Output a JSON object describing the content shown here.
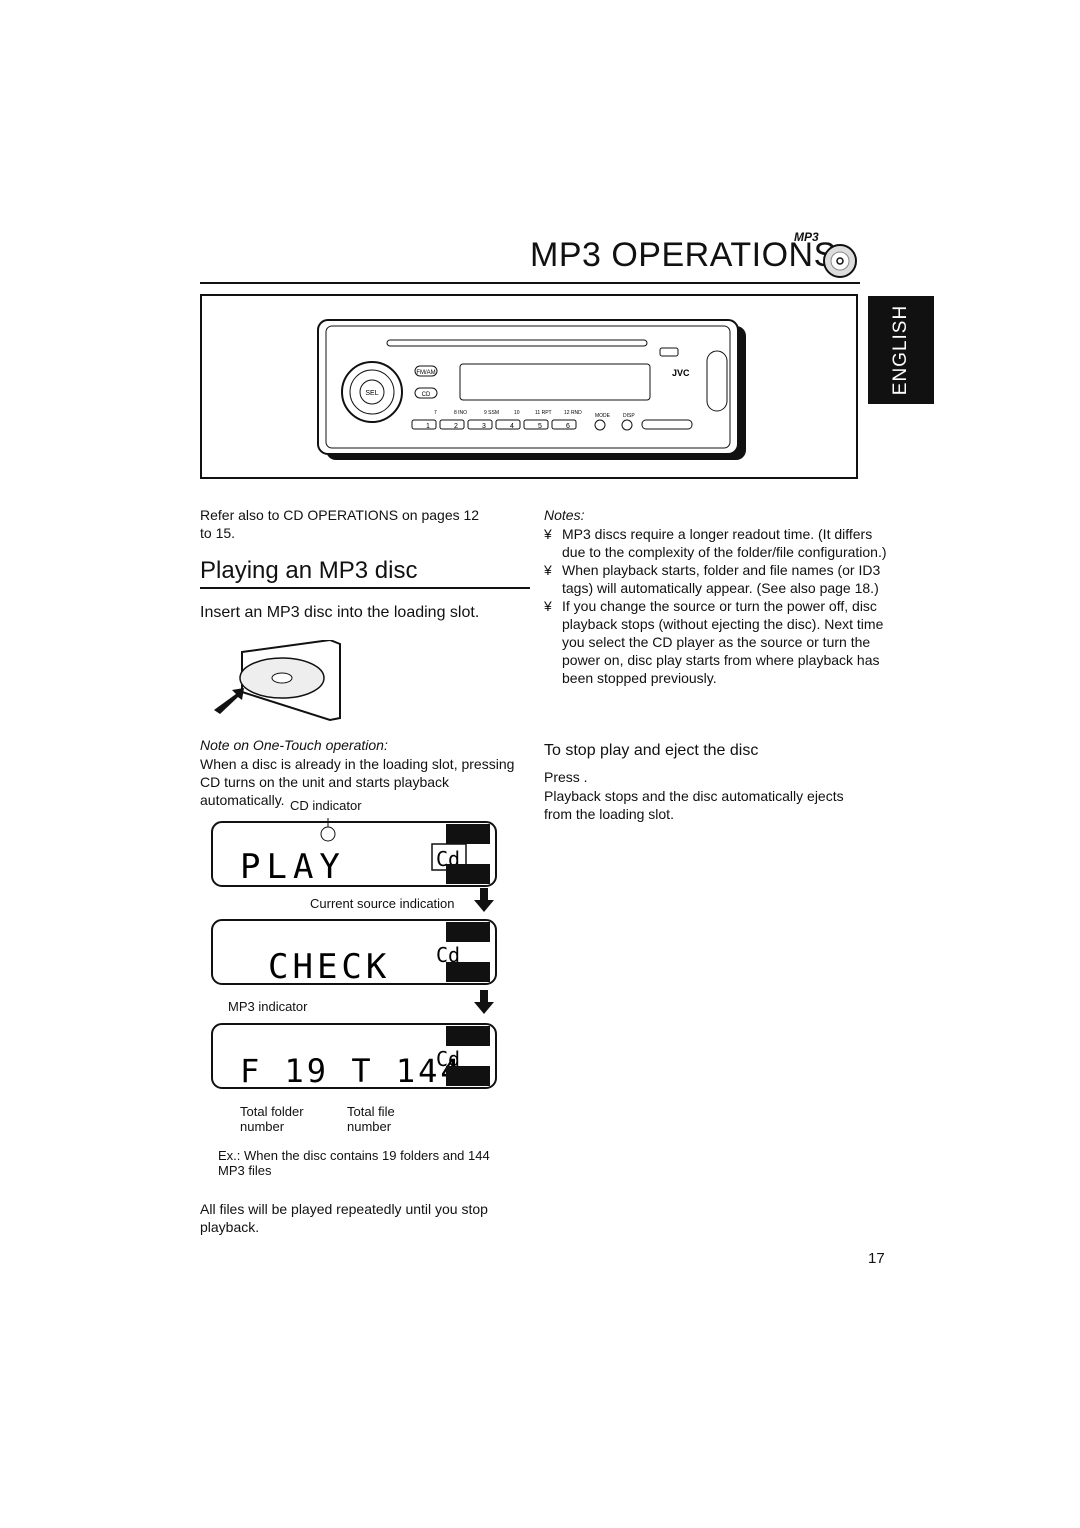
{
  "header": {
    "title": "MP3 OPERATIONS",
    "badge": "MP3"
  },
  "language_tab": "ENGLISH",
  "device": {
    "buttons": [
      "FM/AM",
      "CD",
      "SEL",
      "MODE",
      "DISP"
    ],
    "brand": "JVC",
    "presets": [
      "1",
      "2",
      "3",
      "4",
      "5",
      "6"
    ],
    "preset_captions": [
      "7",
      "8 INO",
      "9 SSM",
      "10",
      "11 RPT",
      "12 RND"
    ]
  },
  "left_col": {
    "refer": "Refer also to  CD OPERATIONS  on pages 12 to 15.",
    "section_title": "Playing an MP3 disc",
    "step": "Insert an MP3 disc into the loading slot.",
    "note_title": "Note on One-Touch operation:",
    "note_text": "When a disc is already in the loading slot, pressing CD turns on the unit and starts playback automatically.",
    "cd_indicator": "CD indicator",
    "current_source": "Current source indication",
    "mp3_indicator": "MP3 indicator",
    "total_folder": "Total folder number",
    "total_file": "Total file number",
    "example": "Ex.:  When the disc contains 19 folders and 144 MP3 files",
    "repeat": "All files will be played repeatedly until you stop playback."
  },
  "displays": [
    {
      "main": "PLAY",
      "sub": "Cd"
    },
    {
      "main": "CHECK",
      "sub": "Cd"
    },
    {
      "main": "F 19  T 144",
      "sub": "Cd"
    }
  ],
  "right_col": {
    "notes_title": "Notes:",
    "notes": [
      {
        "bullet": "¥",
        "text": "MP3 discs require a longer readout time. (It differs due to the complexity of the folder/file configuration.)"
      },
      {
        "bullet": "¥",
        "text": "When playback starts, folder and file names (or ID3 tags) will automatically appear. (See also page 18.)"
      },
      {
        "bullet": "¥",
        "text": "If you change the source or turn the power off, disc playback stops (without ejecting the disc). Next time you select the CD player as the source or turn the power on, disc play starts from where playback has been stopped previously."
      }
    ],
    "stop_title": "To stop play and eject the disc",
    "press": "Press    .",
    "stop_text": "Playback stops and the disc automatically ejects from the loading slot."
  },
  "page_number": "17"
}
